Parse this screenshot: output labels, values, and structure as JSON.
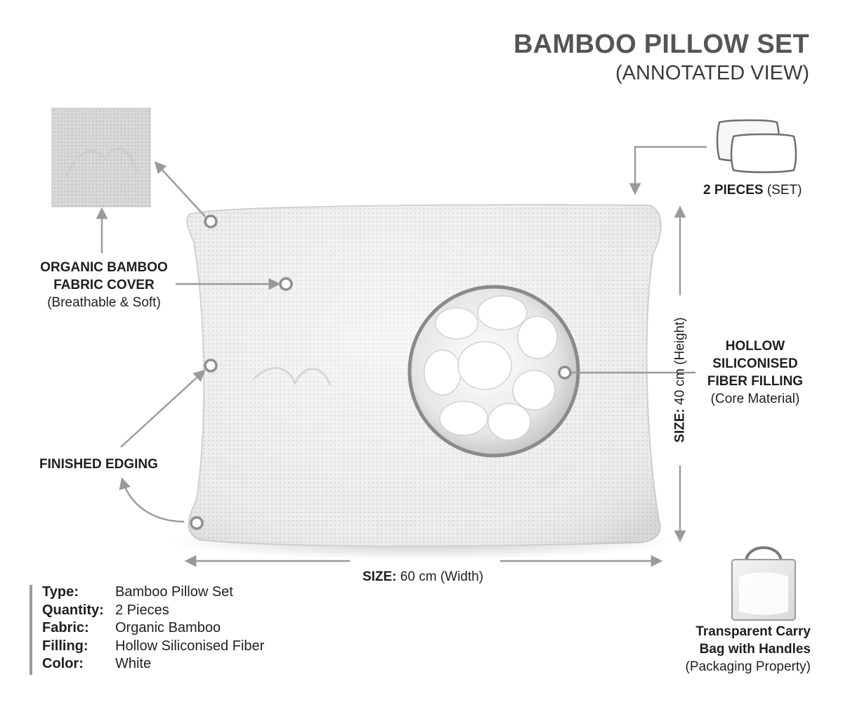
{
  "title": "BAMBOO PILLOW SET",
  "subtitle": "(ANNOTATED VIEW)",
  "annotations": {
    "fabric": {
      "line1": "ORGANIC BAMBOO",
      "line2": "FABRIC COVER",
      "note": "(Breathable & Soft)"
    },
    "edging": {
      "label": "FINISHED EDGING"
    },
    "pieces": {
      "bold": "2 PIECES",
      "rest": " (SET)"
    },
    "filling": {
      "line1": "HOLLOW",
      "line2": "SILICONISED",
      "line3": "FIBER FILLING",
      "note": "(Core Material)"
    },
    "height": {
      "bold": "SIZE:",
      "rest": " 40 cm (Height)"
    },
    "width": {
      "bold": "SIZE:",
      "rest": " 60 cm (Width)"
    },
    "bag": {
      "line1": "Transparent Carry",
      "line2": "Bag with Handles",
      "note": "(Packaging Property)"
    }
  },
  "specs": [
    {
      "key": "Type:",
      "value": "Bamboo Pillow Set"
    },
    {
      "key": "Quantity:",
      "value": "2 Pieces"
    },
    {
      "key": "Fabric:",
      "value": "Organic Bamboo"
    },
    {
      "key": "Filling:",
      "value": "Hollow Siliconised Fiber"
    },
    {
      "key": "Color:",
      "value": "White"
    }
  ],
  "colors": {
    "line": "#9a9a9a",
    "marker": "#8f8f8f",
    "title": "#555555"
  },
  "icons": [
    "fabric-swatch",
    "pillow-pair-icon",
    "carry-bag-icon",
    "fiber-closeup"
  ]
}
